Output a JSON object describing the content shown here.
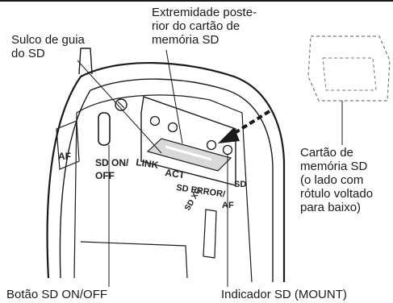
{
  "labels": {
    "sd_guide_groove": [
      "Sulco de guia",
      "do SD"
    ],
    "card_rear_edge": [
      "Extremidade poste-",
      "rior do cartão de",
      "memória SD"
    ],
    "sd_memory_card": [
      "Cartão de",
      "memória SD",
      "(o lado com",
      "rótulo voltado",
      "para baixo)"
    ],
    "sd_on_off_button": "Botão SD ON/OFF",
    "sd_mount_indicator": "Indicador SD (MOUNT)"
  },
  "device_markings": {
    "link": "LINK",
    "act": "ACT",
    "sd_error": "SD ERROR/",
    "sd_on_off": [
      "SD ON/",
      "OFF"
    ],
    "sd": "SD",
    "sdxc": "SD XC",
    "left_partial": "AF"
  },
  "colors": {
    "line": "#1a1a1a",
    "card_outline": "#777777",
    "card_fill": "#d9d9d9",
    "arrow": "#1a1a1a",
    "background": "#ffffff"
  }
}
